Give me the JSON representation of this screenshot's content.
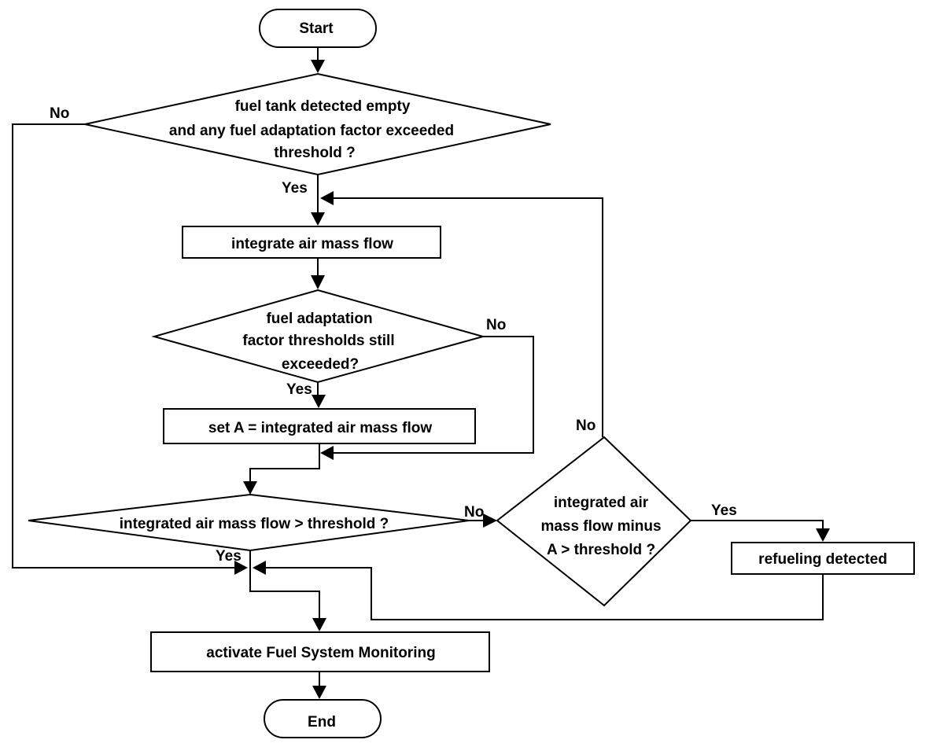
{
  "nodes": {
    "start": "Start",
    "decision_empty": [
      "fuel tank detected empty",
      "and any fuel adaptation factor exceeded",
      "threshold ?"
    ],
    "integrate": "integrate air mass flow",
    "decision_still": [
      "fuel adaptation",
      "factor thresholds still",
      "exceeded?"
    ],
    "set_a": "set A = integrated air mass flow",
    "decision_flow": "integrated air mass flow > threshold ?",
    "decision_minus": [
      "integrated air",
      "mass flow minus",
      "A > threshold ?"
    ],
    "refuel": "refueling detected",
    "activate": "activate Fuel System Monitoring",
    "end": "End"
  },
  "edge_labels": {
    "empty_no": "No",
    "empty_yes": "Yes",
    "still_no": "No",
    "still_yes": "Yes",
    "flow_no": "No",
    "flow_yes": "Yes",
    "minus_no": "No",
    "minus_yes": "Yes"
  }
}
